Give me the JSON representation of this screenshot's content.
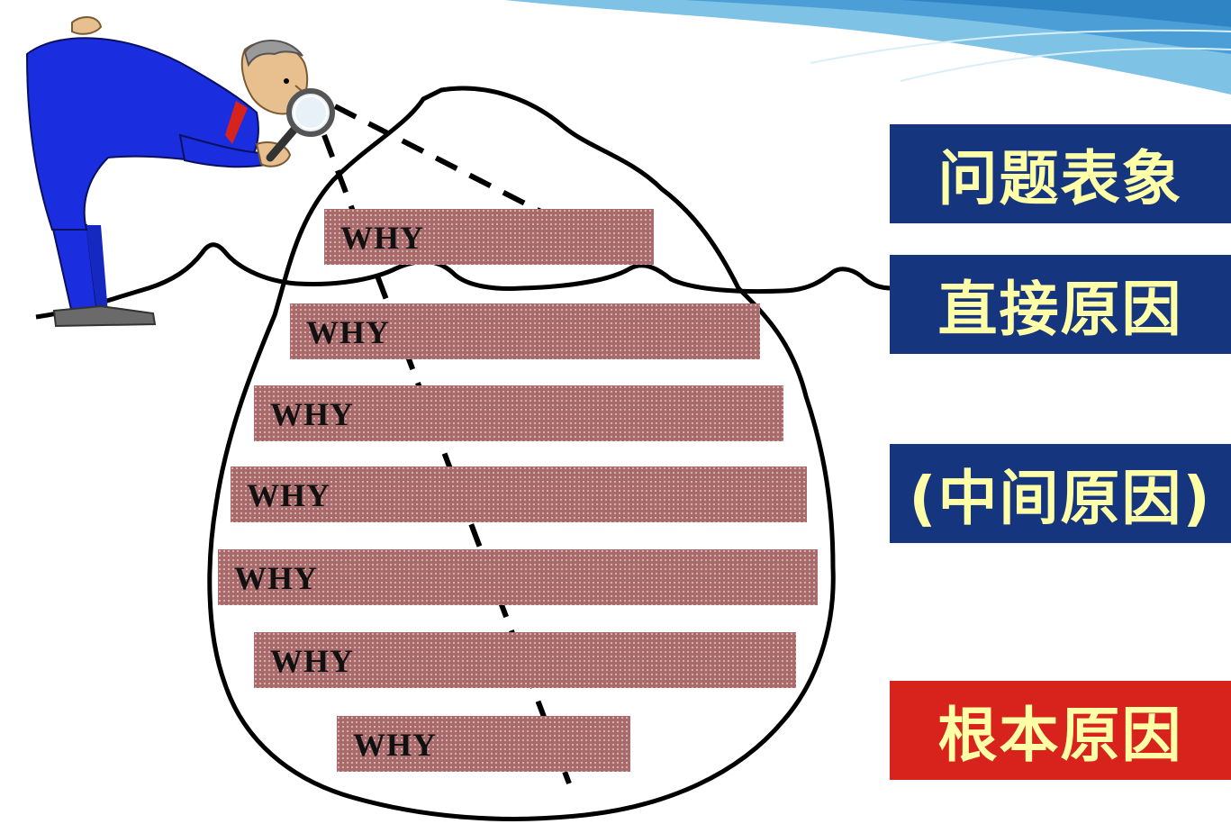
{
  "layers": [
    {
      "id": "symptom",
      "label": "问题表象",
      "color": "#15357e"
    },
    {
      "id": "direct",
      "label": "直接原因",
      "color": "#15357e"
    },
    {
      "id": "intermediate",
      "label": "(中间原因)",
      "color": "#15357e"
    },
    {
      "id": "root",
      "label": "根本原因",
      "color": "#d8231c"
    }
  ],
  "why_bars": [
    {
      "label": "WHY"
    },
    {
      "label": "WHY"
    },
    {
      "label": "WHY"
    },
    {
      "label": "WHY"
    },
    {
      "label": "WHY"
    },
    {
      "label": "WHY"
    },
    {
      "label": "WHY"
    }
  ],
  "colors": {
    "bar_fill": "#a86a6a",
    "label_text": "#ffffa8",
    "outline": "#000000",
    "suit": "#1a2ee0",
    "sky": "#5aa8d8"
  },
  "icons": [
    "magnifying-glass-icon",
    "inspector-figure-icon",
    "iceberg-outline-icon"
  ]
}
